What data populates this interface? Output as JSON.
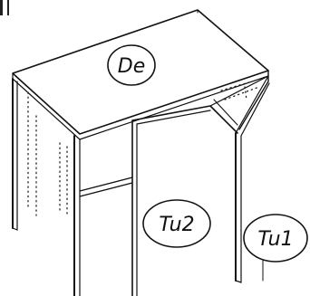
{
  "labels": {
    "top": "De",
    "door_left": "Tu2",
    "door_right": "Tu1"
  }
}
